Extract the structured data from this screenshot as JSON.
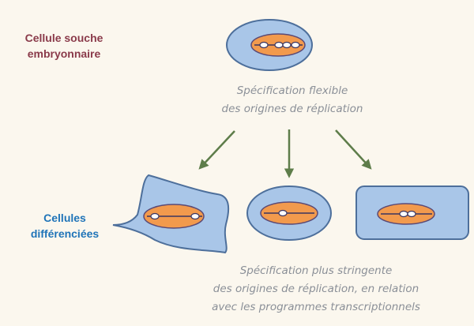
{
  "labels": {
    "stem_line1": "Cellule souche",
    "stem_line2": "embryonnaire",
    "diff_line1": "Cellules",
    "diff_line2": "différenciées"
  },
  "annotations": {
    "flexible_line1": "Spécification flexible",
    "flexible_line2": "des origines de réplication",
    "stringent_line1": "Spécification plus stringente",
    "stringent_line2": "des origines de réplication, en relation",
    "stringent_line3": "avec les programmes transcriptionnels"
  },
  "colors": {
    "background": "#fbf7ee",
    "cell_fill": "#a9c6e8",
    "cell_stroke": "#4d6f9b",
    "nucleus_fill": "#f29a4d",
    "nucleus_stroke": "#5b4a75",
    "arrow": "#5e7d4a",
    "stem_label": "#8a3a4a",
    "diff_label": "#1f74b8",
    "annotation": "#8a8f97"
  },
  "cells": [
    {
      "id": "stem",
      "shape": "ellipse",
      "origins": 4
    },
    {
      "id": "irregular",
      "shape": "irregular",
      "origins": 2
    },
    {
      "id": "round",
      "shape": "ellipse",
      "origins": 1
    },
    {
      "id": "rectangular",
      "shape": "rounded-rectangle",
      "origins": 2
    }
  ]
}
